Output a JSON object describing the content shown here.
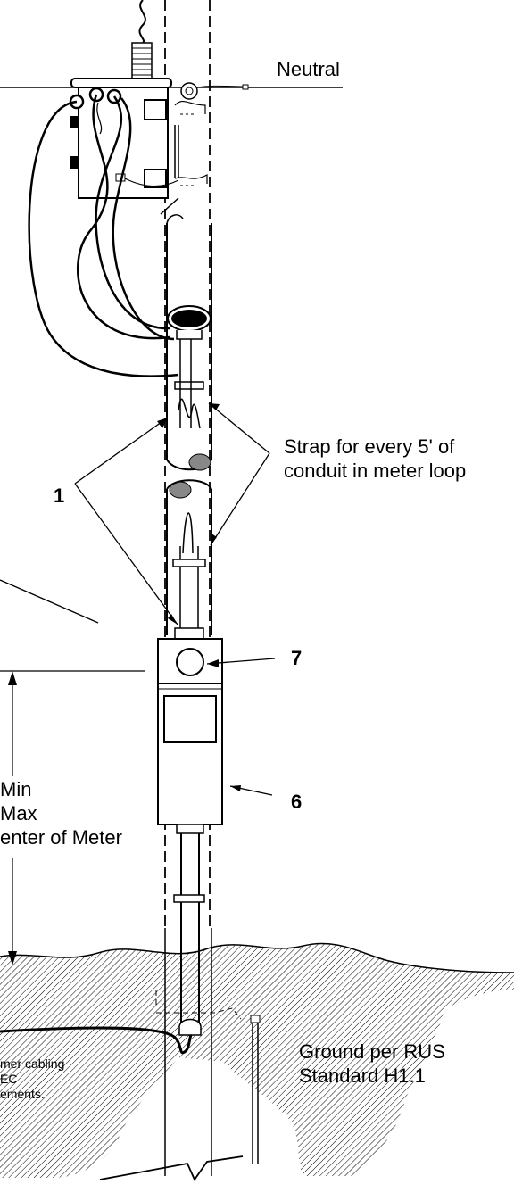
{
  "labels": {
    "neutral": "Neutral",
    "strap": [
      "Strap for every 5' of",
      "conduit in meter loop"
    ],
    "callout_1": "1",
    "callout_7": "7",
    "callout_6": "6",
    "height": [
      "Min",
      "Max",
      "enter of Meter"
    ],
    "cabling": [
      "mer cabling",
      "EC",
      "ements."
    ],
    "ground": [
      "Ground per RUS",
      "Standard H1.1"
    ]
  }
}
